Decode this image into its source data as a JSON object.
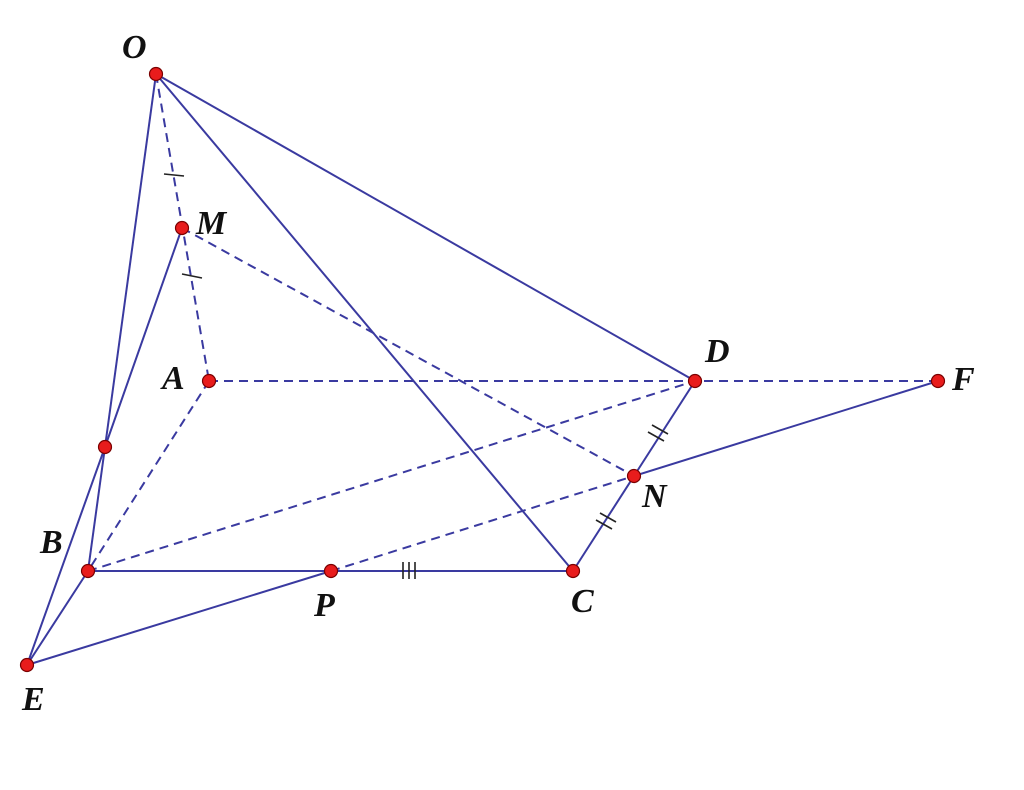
{
  "points": [
    {
      "id": "O",
      "label": "O"
    },
    {
      "id": "M",
      "label": "M"
    },
    {
      "id": "A",
      "label": "A"
    },
    {
      "id": "D",
      "label": "D"
    },
    {
      "id": "F",
      "label": "F"
    },
    {
      "id": "Q",
      "label": ""
    },
    {
      "id": "B",
      "label": "B"
    },
    {
      "id": "N",
      "label": "N"
    },
    {
      "id": "P",
      "label": "P"
    },
    {
      "id": "C",
      "label": "C"
    },
    {
      "id": "E",
      "label": "E"
    }
  ],
  "segments": [
    {
      "from": "O",
      "to": "Q",
      "style": "solid"
    },
    {
      "from": "O",
      "to": "D",
      "style": "solid"
    },
    {
      "from": "O",
      "to": "C",
      "style": "solid"
    },
    {
      "from": "O",
      "to": "A",
      "style": "dashed"
    },
    {
      "from": "M",
      "to": "Q",
      "style": "solid"
    },
    {
      "from": "M",
      "to": "N",
      "style": "dashed"
    },
    {
      "from": "Q",
      "to": "B",
      "style": "solid"
    },
    {
      "from": "Q",
      "to": "E",
      "style": "solid"
    },
    {
      "from": "A",
      "to": "B",
      "style": "dashed"
    },
    {
      "from": "A",
      "to": "F",
      "style": "dashed"
    },
    {
      "from": "B",
      "to": "D",
      "style": "dashed"
    },
    {
      "from": "B",
      "to": "C",
      "style": "solid"
    },
    {
      "from": "B",
      "to": "E",
      "style": "solid"
    },
    {
      "from": "E",
      "to": "P",
      "style": "solid"
    },
    {
      "from": "P",
      "to": "N",
      "style": "dashed"
    },
    {
      "from": "N",
      "to": "F",
      "style": "solid"
    },
    {
      "from": "C",
      "to": "D",
      "style": "solid"
    }
  ]
}
